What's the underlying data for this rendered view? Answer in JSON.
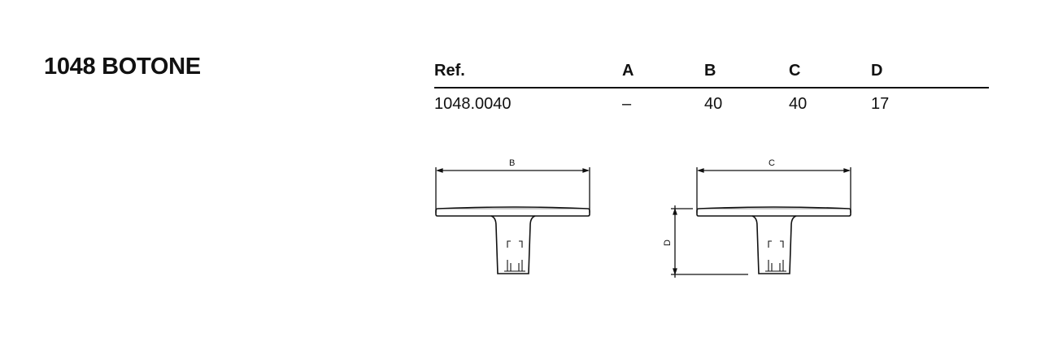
{
  "title": "1048 BOTONE",
  "table": {
    "headers": [
      "Ref.",
      "A",
      "B",
      "C",
      "D"
    ],
    "rows": [
      [
        "1048.0040",
        "–",
        "40",
        "40",
        "17"
      ]
    ]
  },
  "drawings": {
    "front_label": "B",
    "side_label_width": "C",
    "side_label_height": "D"
  }
}
